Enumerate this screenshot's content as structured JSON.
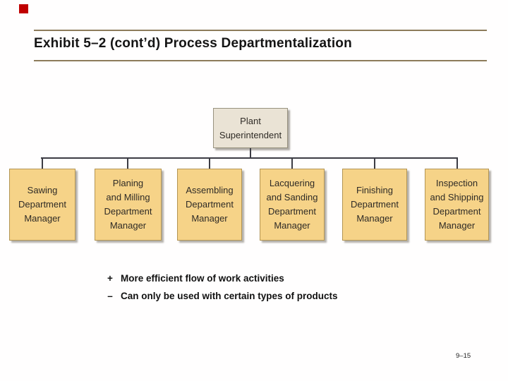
{
  "slide": {
    "title": "Exhibit 5–2 (cont’d) Process Departmentalization",
    "page_number": "9–15",
    "accent_square_color": "#c00000",
    "rule_color": "#8d7b5a",
    "background_color": "#fffefe"
  },
  "org_chart": {
    "root": {
      "label": "Plant\nSuperintendent",
      "fill": "#eae3d5"
    },
    "children": [
      {
        "label": "Sawing\nDepartment\nManager"
      },
      {
        "label": "Planing\nand Milling\nDepartment\nManager"
      },
      {
        "label": "Assembling\nDepartment\nManager"
      },
      {
        "label": "Lacquering\nand Sanding\nDepartment\nManager"
      },
      {
        "label": "Finishing\nDepartment\nManager"
      },
      {
        "label": "Inspection\nand Shipping\nDepartment\nManager"
      }
    ],
    "child_fill": "#f6d388",
    "child_border": "#b39554",
    "connector_color": "#3c3c44"
  },
  "bullets": [
    {
      "marker": "+",
      "text": "More efficient flow of work activities"
    },
    {
      "marker": "–",
      "text": "Can only be used with certain types of products"
    }
  ]
}
